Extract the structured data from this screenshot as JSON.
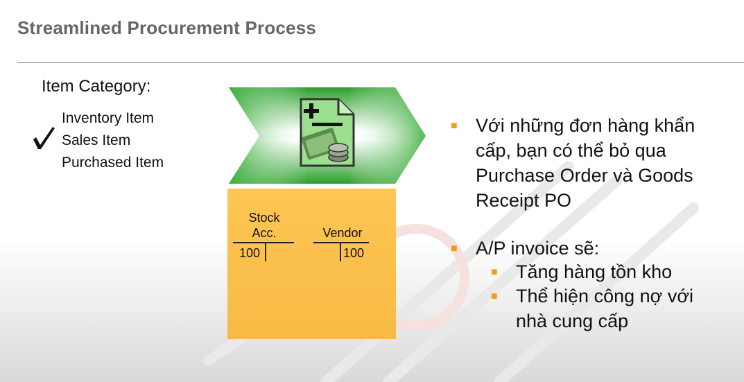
{
  "slide": {
    "title": "Streamlined Procurement Process"
  },
  "item_category": {
    "heading": "Item Category:",
    "items": [
      "Inventory Item",
      "Sales Item",
      "Purchased Item"
    ],
    "checked": "Sales Item"
  },
  "t_accounts": {
    "stock": {
      "label_line1": "Stock",
      "label_line2": "Acc.",
      "debit": "100"
    },
    "vendor": {
      "label": "Vendor",
      "credit": "100"
    }
  },
  "bullets": [
    {
      "text": "Với những đơn hàng khẩn cấp, bạn có thể bỏ qua Purchase Order và Goods Receipt PO",
      "sub": []
    },
    {
      "text": "A/P invoice sẽ:",
      "sub": [
        "Tăng hàng tồn kho",
        "Thể hiện công nợ với nhà cung cấp"
      ]
    }
  ],
  "colors": {
    "accent_orange": "#f29d1a",
    "chevron_green": "#2fa52f",
    "box_yellow": "#fbbf4b",
    "title_gray": "#666666"
  },
  "icons": [
    "check-icon",
    "ap-invoice-document-icon"
  ]
}
